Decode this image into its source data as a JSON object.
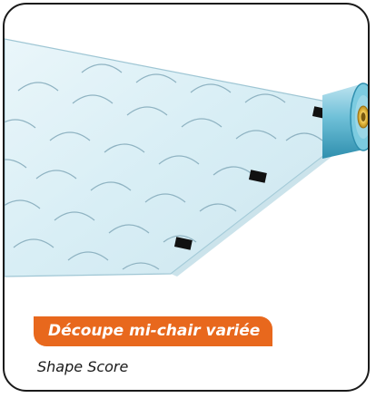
{
  "card": {
    "badge_label": "Découpe mi-chair variée",
    "subtitle": "Shape Score"
  },
  "illustration": {
    "icon": "label-roll-illustration",
    "colors": {
      "sheet": "#dcf0f6",
      "sheet_edge": "#9fc6d4",
      "roll": "#5db4cf",
      "core": "#e2b53a",
      "mark": "#111111",
      "badge": "#e8681d"
    }
  }
}
